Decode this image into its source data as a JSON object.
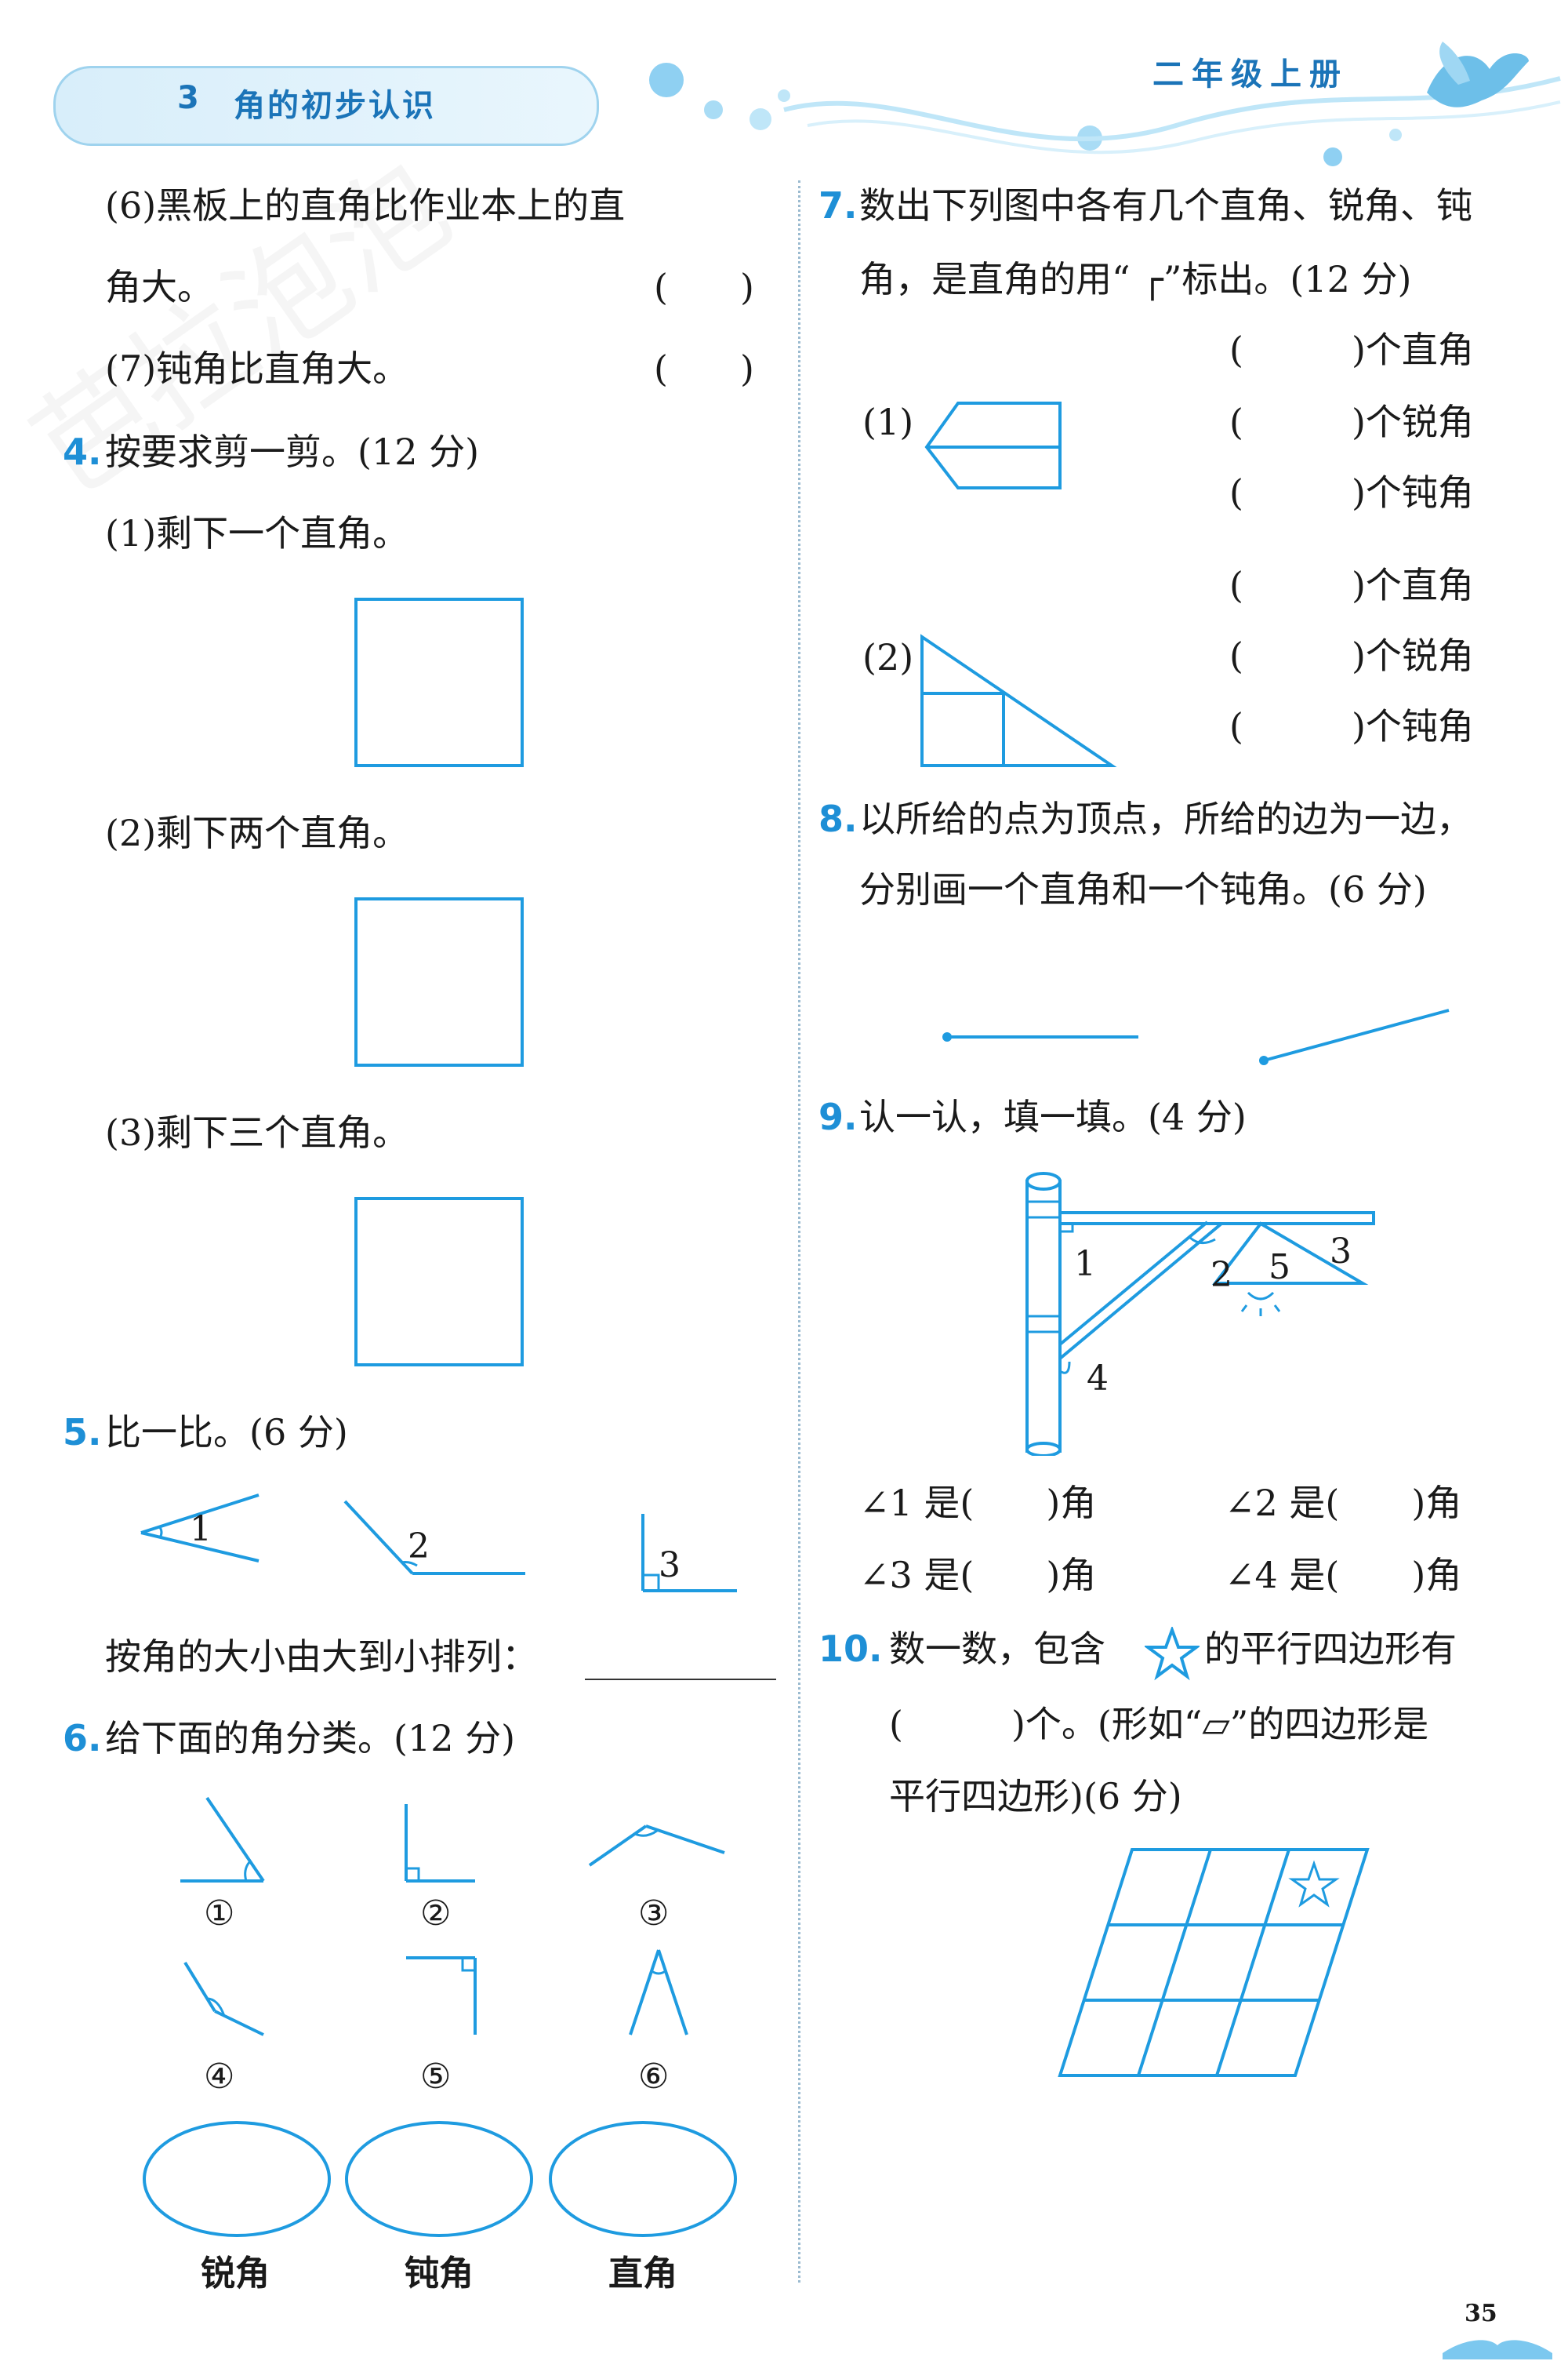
{
  "header": {
    "chapter_num": "3",
    "chapter_title": "角的初步认识",
    "grade": "二年级上册"
  },
  "left": {
    "q3_6": "(6)黑板上的直角比作业本上的直",
    "q3_6b": "角大。",
    "q3_7": "(7)钝角比直角大。",
    "paren": "(　　)",
    "q4_num": "4.",
    "q4_title": "按要求剪一剪。(12 分)",
    "q4_1": "(1)剩下一个直角。",
    "q4_2": "(2)剩下两个直角。",
    "q4_3": "(3)剩下三个直角。",
    "q5_num": "5.",
    "q5_title": "比一比。(6 分)",
    "q5_labels": [
      "1",
      "2",
      "3"
    ],
    "q5_sort": "按角的大小由大到小排列：",
    "q6_num": "6.",
    "q6_title": "给下面的角分类。(12 分)",
    "q6_labels": [
      "①",
      "②",
      "③",
      "④",
      "⑤",
      "⑥"
    ],
    "ovals": [
      "锐角",
      "钝角",
      "直角"
    ]
  },
  "right": {
    "q7_num": "7.",
    "q7_line1": "数出下列图中各有几个直角、锐角、钝",
    "q7_line2": "角，是直角的用“ ┌”标出。(12 分)",
    "q7_fig1": "(1)",
    "q7_fig2": "(2)",
    "q7_right": "(　　　)个直角",
    "q7_acute": "(　　　)个锐角",
    "q7_obtuse": "(　　　)个钝角",
    "q8_num": "8.",
    "q8_line1": "以所给的点为顶点，所给的边为一边，",
    "q8_line2": "分别画一个直角和一个钝角。(6 分)",
    "q9_num": "9.",
    "q9_title": "认一认，填一填。(4 分)",
    "q9_labels": [
      "1",
      "2",
      "3",
      "4",
      "5"
    ],
    "q9_a1": "∠1 是(　　)角",
    "q9_a2": "∠2 是(　　)角",
    "q9_a3": "∠3 是(　　)角",
    "q9_a4": "∠4 是(　　)角",
    "q10_num": "10.",
    "q10_line1a": "数一数，包含",
    "q10_line1b": "的平行四边形有",
    "q10_line2": "(　　　)个。(形如“▱”的四边形是",
    "q10_line3": "平行四边形)(6 分)"
  },
  "page_number": "35"
}
